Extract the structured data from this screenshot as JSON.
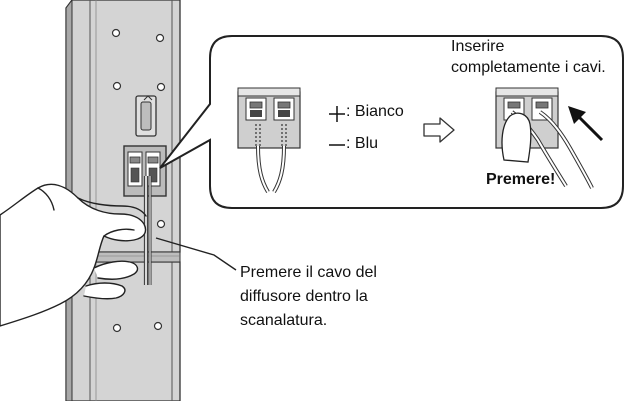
{
  "callout": {
    "insert_line1": "Inserire",
    "insert_line2": "completamente i cavi.",
    "plus_label": ": Bianco",
    "minus_label": ": Blu",
    "push_label": "Premere!"
  },
  "note": {
    "line1": "Premere il cavo del",
    "line2": "diffusore dentro la",
    "line3": "scanalatura."
  },
  "icons": [
    "plus-sign-icon",
    "minus-sign-icon",
    "right-arrow-icon",
    "push-arrow-icon"
  ]
}
